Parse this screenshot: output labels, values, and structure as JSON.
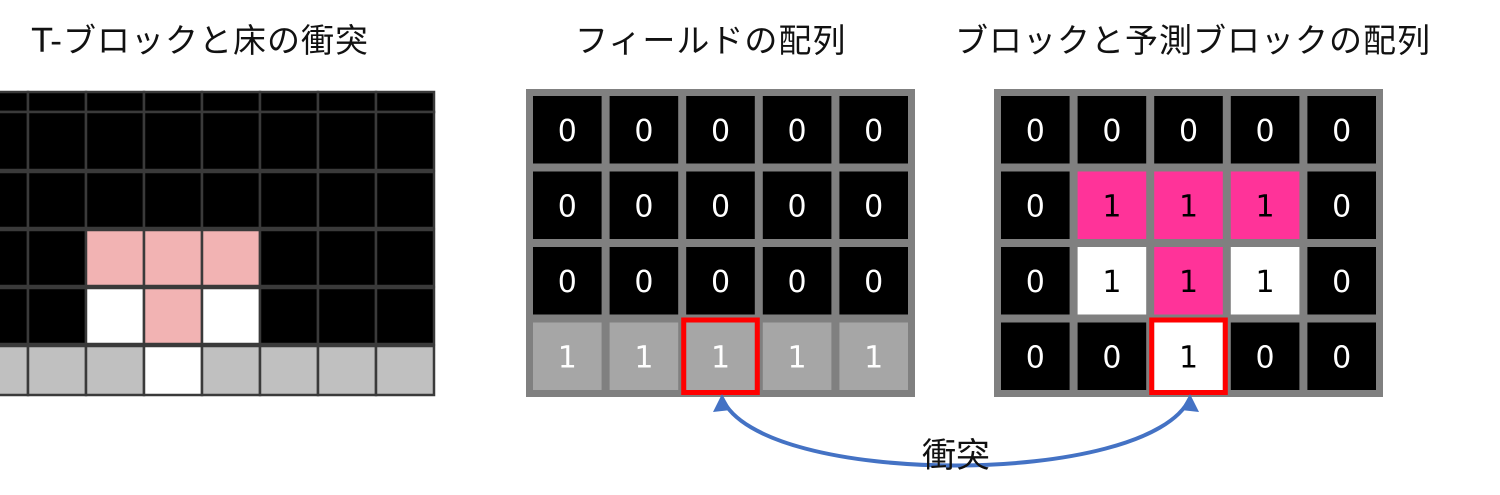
{
  "titles": {
    "left": "T-ブロックと床の衝突",
    "field": "フィールドの配列",
    "predicted": "ブロックと予測ブロックの配列"
  },
  "collision_label": "衝突",
  "colors": {
    "empty": "#000000",
    "grid_line": "#3a3a3a",
    "floor": "#c0c0c0",
    "block_light_pink": "#f2b3b3",
    "predicted_pink": "#ff3399",
    "white": "#ffffff",
    "field_floor": "#a6a6a6",
    "highlight_red": "#ff0000",
    "arrow_blue": "#4472c4",
    "border_gray": "#808080"
  },
  "left_grid": {
    "cells": [
      [
        "k",
        "k",
        "k",
        "k",
        "k",
        "k",
        "k",
        "k"
      ],
      [
        "k",
        "k",
        "k",
        "k",
        "k",
        "k",
        "k",
        "k"
      ],
      [
        "k",
        "k",
        "k",
        "k",
        "k",
        "k",
        "k",
        "k"
      ],
      [
        "k",
        "k",
        "p",
        "p",
        "p",
        "k",
        "k",
        "k"
      ],
      [
        "k",
        "k",
        "w",
        "p",
        "w",
        "k",
        "k",
        "k"
      ],
      [
        "f",
        "f",
        "f",
        "w",
        "f",
        "f",
        "f",
        "f"
      ]
    ]
  },
  "field_grid": {
    "values": [
      [
        "0",
        "0",
        "0",
        "0",
        "0"
      ],
      [
        "0",
        "0",
        "0",
        "0",
        "0"
      ],
      [
        "0",
        "0",
        "0",
        "0",
        "0"
      ],
      [
        "1",
        "1",
        "1",
        "1",
        "1"
      ]
    ],
    "fills": [
      [
        "k",
        "k",
        "k",
        "k",
        "k"
      ],
      [
        "k",
        "k",
        "k",
        "k",
        "k"
      ],
      [
        "k",
        "k",
        "k",
        "k",
        "k"
      ],
      [
        "g",
        "g",
        "g",
        "g",
        "g"
      ]
    ],
    "highlight": [
      3,
      2
    ]
  },
  "predicted_grid": {
    "values": [
      [
        "0",
        "0",
        "0",
        "0",
        "0"
      ],
      [
        "0",
        "1",
        "1",
        "1",
        "0"
      ],
      [
        "0",
        "1",
        "1",
        "1",
        "0"
      ],
      [
        "0",
        "0",
        "1",
        "0",
        "0"
      ]
    ],
    "fills": [
      [
        "k",
        "k",
        "k",
        "k",
        "k"
      ],
      [
        "k",
        "m",
        "m",
        "m",
        "k"
      ],
      [
        "k",
        "w",
        "m",
        "w",
        "k"
      ],
      [
        "k",
        "k",
        "w",
        "k",
        "k"
      ]
    ],
    "highlight": [
      3,
      2
    ]
  }
}
